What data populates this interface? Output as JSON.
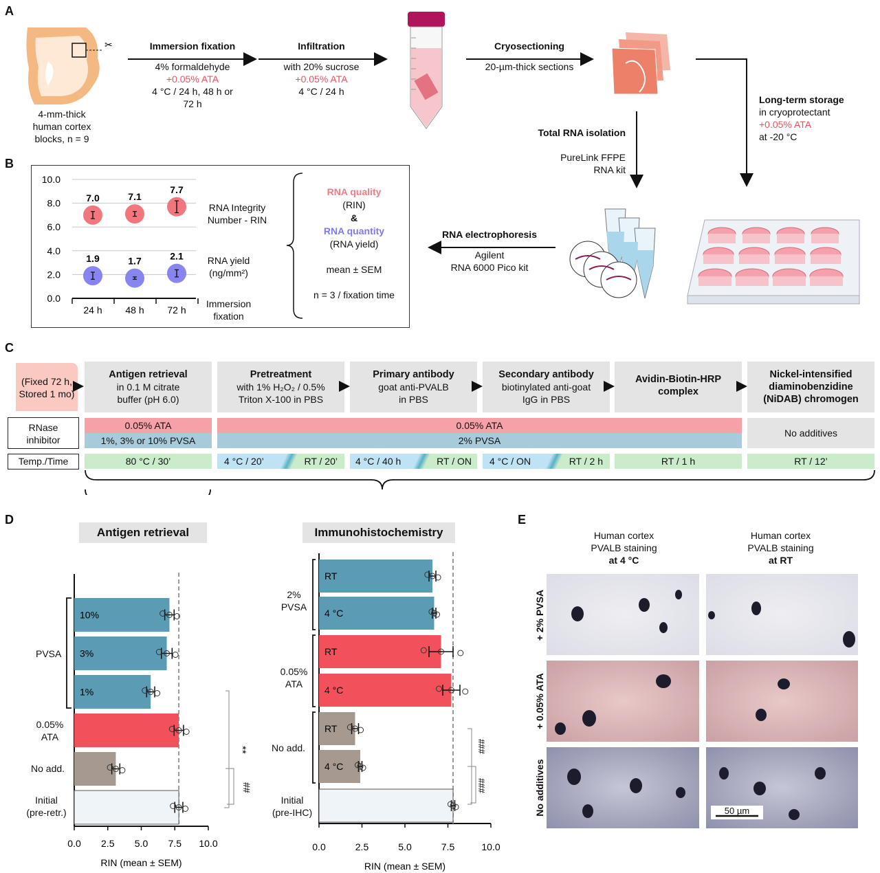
{
  "panels": {
    "a": "A",
    "b": "B",
    "c": "C",
    "d": "D",
    "e": "E"
  },
  "panel_a": {
    "tissue_label": [
      "4-mm-thick",
      "human cortex",
      "blocks, n = 9"
    ],
    "step1": {
      "title": "Immersion fixation",
      "line1": "4% formaldehyde",
      "line2": "+0.05% ATA",
      "line3": "4 °C / 24 h, 48 h or",
      "line4": "72 h"
    },
    "step2": {
      "title": "Infiltration",
      "line1": "with 20% sucrose",
      "line2": "+0.05% ATA",
      "line3": "4 °C / 24 h"
    },
    "step3": {
      "title": "Cryosectioning",
      "line1": "20-µm-thick sections"
    },
    "storage": {
      "title": "Long-term storage",
      "line1": "in cryoprotectant",
      "line2": "+0.05% ATA",
      "line3": "at -20 °C"
    },
    "rna_isolation": {
      "title": "Total RNA isolation",
      "line1": "PureLink FFPE",
      "line2": "RNA kit"
    },
    "electrophoresis": {
      "title": "RNA electrophoresis",
      "line1": "Agilent",
      "line2": "RNA 6000 Pico kit"
    }
  },
  "panel_b": {
    "y_ticks": [
      "10.0",
      "8.0",
      "6.0",
      "4.0",
      "2.0",
      "0.0"
    ],
    "x_labels": [
      "24 h",
      "48 h",
      "72 h"
    ],
    "rin_label": [
      "RNA Integrity",
      "Number - RIN"
    ],
    "yield_label": [
      "RNA yield",
      "(ng/mm²)"
    ],
    "x_title": [
      "Immersion",
      "fixation"
    ],
    "legend": {
      "quality": "RNA quality",
      "quality_sub": "(RIN)",
      "amp": "&",
      "quantity": "RNA quantity",
      "quantity_sub": "(RNA yield)",
      "stat": "mean ± SEM",
      "n": "n = 3 / fixation time"
    },
    "colors": {
      "rin": "#f0676f",
      "yield": "#7b78ee"
    }
  },
  "chart_data": [
    {
      "type": "scatter",
      "title": "",
      "categories": [
        "24 h",
        "48 h",
        "72 h"
      ],
      "xlabel": "Immersion fixation",
      "ylim": [
        0,
        10
      ],
      "series": [
        {
          "name": "RNA Integrity Number - RIN",
          "values": [
            7.0,
            7.1,
            7.7
          ],
          "sem": [
            0.3,
            0.2,
            0.5
          ]
        },
        {
          "name": "RNA yield (ng/mm²)",
          "values": [
            1.9,
            1.7,
            2.1
          ],
          "sem": [
            0.3,
            0.1,
            0.3
          ]
        }
      ]
    },
    {
      "type": "bar",
      "orientation": "horizontal",
      "title": "Antigen retrieval",
      "xlabel": "RIN (mean ± SEM)",
      "xlim": [
        0,
        10
      ],
      "x_ticks": [
        "0.0",
        "2.5",
        "5.0",
        "7.5",
        "10.0"
      ],
      "categories": [
        "10%",
        "3%",
        "1%",
        "0.05% ATA",
        "No add.",
        "Initial (pre-retr.)"
      ],
      "values": [
        7.1,
        6.9,
        5.7,
        7.8,
        3.1,
        7.8
      ],
      "sem": [
        0.35,
        0.4,
        0.3,
        0.35,
        0.3,
        0.3
      ],
      "group_labels": {
        "pvsa": "PVSA",
        "ata": [
          "0.05%",
          "ATA"
        ],
        "noadd": "No add.",
        "initial": [
          "Initial",
          "(pre-retr.)"
        ]
      },
      "significance": [
        "**",
        "##"
      ]
    },
    {
      "type": "bar",
      "orientation": "horizontal",
      "title": "Immunohistochemistry",
      "xlabel": "RIN (mean ± SEM)",
      "xlim": [
        0,
        10
      ],
      "x_ticks": [
        "0.0",
        "2.5",
        "5.0",
        "7.5",
        "10.0"
      ],
      "categories": [
        "RT",
        "4 °C",
        "RT",
        "4 °C",
        "RT",
        "4 °C",
        "Initial (pre-IHC)"
      ],
      "values": [
        6.6,
        6.7,
        7.1,
        7.7,
        2.1,
        2.4,
        7.8
      ],
      "sem": [
        0.2,
        0.1,
        0.7,
        0.5,
        0.2,
        0.1,
        0.1
      ],
      "group_labels": {
        "pvsa": [
          "2%",
          "PVSA"
        ],
        "ata": [
          "0.05%",
          "ATA"
        ],
        "noadd": "No add.",
        "initial": [
          "Initial",
          "(pre-IHC)"
        ]
      },
      "significance": [
        "###",
        "###"
      ]
    }
  ],
  "panel_c": {
    "fixed_label": [
      "(Fixed 72 h,",
      "Stored 1 mo)"
    ],
    "steps": [
      {
        "title": "Antigen retrieval",
        "l1": "in 0.1 M citrate",
        "l2": "buffer (pH 6.0)"
      },
      {
        "title": "Pretreatment",
        "l1": "with 1% H₂O₂ / 0.5%",
        "l2": "Triton X-100 in PBS"
      },
      {
        "title": "Primary antibody",
        "l1": "goat anti-PVALB",
        "l2": "in PBS"
      },
      {
        "title": "Secondary antibody",
        "l1": "biotinylated anti-goat",
        "l2": "IgG in PBS"
      },
      {
        "title": "Avidin-Biotin-HRP",
        "l1": "complex",
        "l2": ""
      },
      {
        "title": "Nickel-intensified",
        "l1": "diaminobenzidine",
        "l2": "(NiDAB) chromogen"
      }
    ],
    "rnase_label": [
      "RNase",
      "inhibitor"
    ],
    "temp_label": "Temp./Time",
    "ata_ar": "0.05% ATA",
    "pvsa_ar": "1%, 3% or 10% PVSA",
    "ata_ihc": "0.05% ATA",
    "pvsa_ihc": "2% PVSA",
    "no_additives": "No additives",
    "temps": [
      {
        "a": "80 °C / 30’",
        "b": ""
      },
      {
        "a": "4 °C / 20’",
        "b": "RT / 20’"
      },
      {
        "a": "4 °C / 40 h",
        "b": "RT / ON"
      },
      {
        "a": "4 °C / ON",
        "b": "RT / 2 h"
      },
      {
        "a": "RT / 1 h",
        "b": ""
      },
      {
        "a": "RT / 12’",
        "b": ""
      }
    ]
  },
  "panel_e": {
    "col1": [
      "Human cortex",
      "PVALB staining",
      "at 4 °C"
    ],
    "col2": [
      "Human cortex",
      "PVALB staining",
      "at RT"
    ],
    "rows": [
      "+ 2% PVSA",
      "+ 0.05% ATA",
      "No additives"
    ],
    "scale": "50 µm"
  }
}
